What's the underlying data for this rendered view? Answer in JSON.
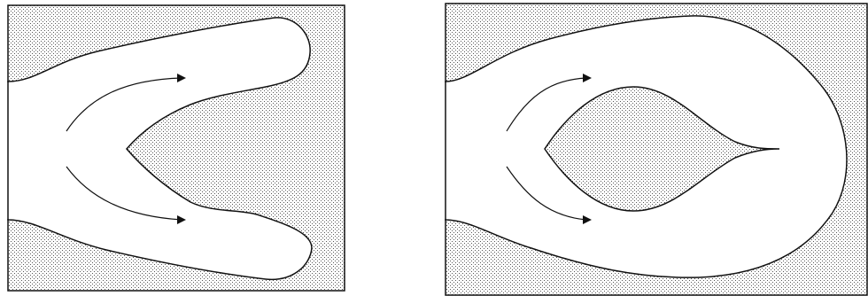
{
  "figure": {
    "panels": [
      {
        "id": "left",
        "description_key": "diverging-flow-split",
        "fill_pattern": "stipple",
        "colors": {
          "background": "#ffffff",
          "stipple": "#555555",
          "outline": "#111111"
        }
      },
      {
        "id": "right",
        "description_key": "enclosed-flow-loop",
        "fill_pattern": "stipple",
        "colors": {
          "background": "#ffffff",
          "stipple": "#555555",
          "outline": "#111111"
        }
      }
    ],
    "icons": [
      "arrow-right-icon"
    ]
  }
}
